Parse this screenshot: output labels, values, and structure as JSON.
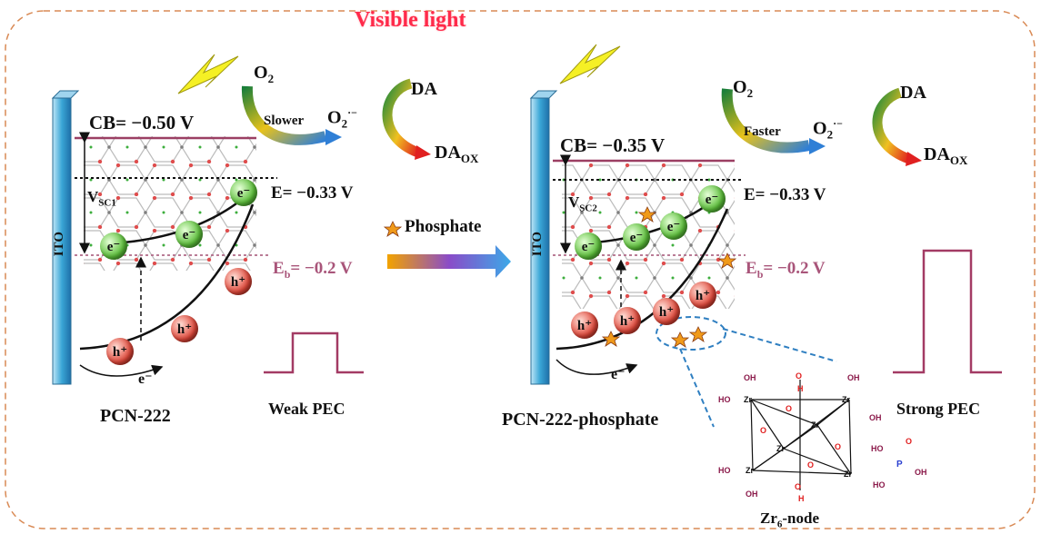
{
  "title": "Visible light",
  "left": {
    "electrode": "ITO",
    "cb": "CB=  −0.50 V",
    "e_level": "E= −0.33 V",
    "eb_main": "E",
    "eb_sub": "b",
    "eb_rest": "= −0.2 V",
    "vsc_main": "V",
    "vsc_sub": "SC1",
    "rate": "Slower",
    "o2_main": "O",
    "o2_sub": "2",
    "o2r_main": "O",
    "o2r_sub": "2",
    "o2r_sup": "·−",
    "da": "DA",
    "daox_main": "DA",
    "daox_sub": "OX",
    "electron": "e⁻",
    "hole": "h⁺",
    "material": "PCN-222",
    "pec": "Weak PEC"
  },
  "middle": {
    "arrow_label": "Phosphate"
  },
  "right": {
    "electrode": "ITO",
    "cb": "CB=  −0.35 V",
    "e_level": "E= −0.33 V",
    "eb_main": "E",
    "eb_sub": "b",
    "eb_rest": "= −0.2 V",
    "vsc_main": "V",
    "vsc_sub": "SC2",
    "rate": "Faster",
    "o2_main": "O",
    "o2_sub": "2",
    "o2r_main": "O",
    "o2r_sub": "2",
    "o2r_sup": "·−",
    "da": "DA",
    "daox_main": "DA",
    "daox_sub": "OX",
    "electron": "e⁻",
    "hole": "h⁺",
    "material": "PCN-222-phosphate",
    "pec": "Strong PEC"
  },
  "zr_node": {
    "label_main": "Zr",
    "label_sub": "6",
    "label_rest": "-node",
    "zr": "Zr",
    "oh": "OH",
    "ho": "HO",
    "o": "O",
    "h": "H",
    "p": "P"
  },
  "colors": {
    "border": "#d98a55",
    "title": "#ff2a4a",
    "cb_line": "#9b3f63",
    "eb_line": "#b06a88",
    "electron_fill": "#5cbf3a",
    "hole_fill": "#e0483a",
    "pec_line": "#a33b64",
    "callout": "#2f7fc1"
  }
}
